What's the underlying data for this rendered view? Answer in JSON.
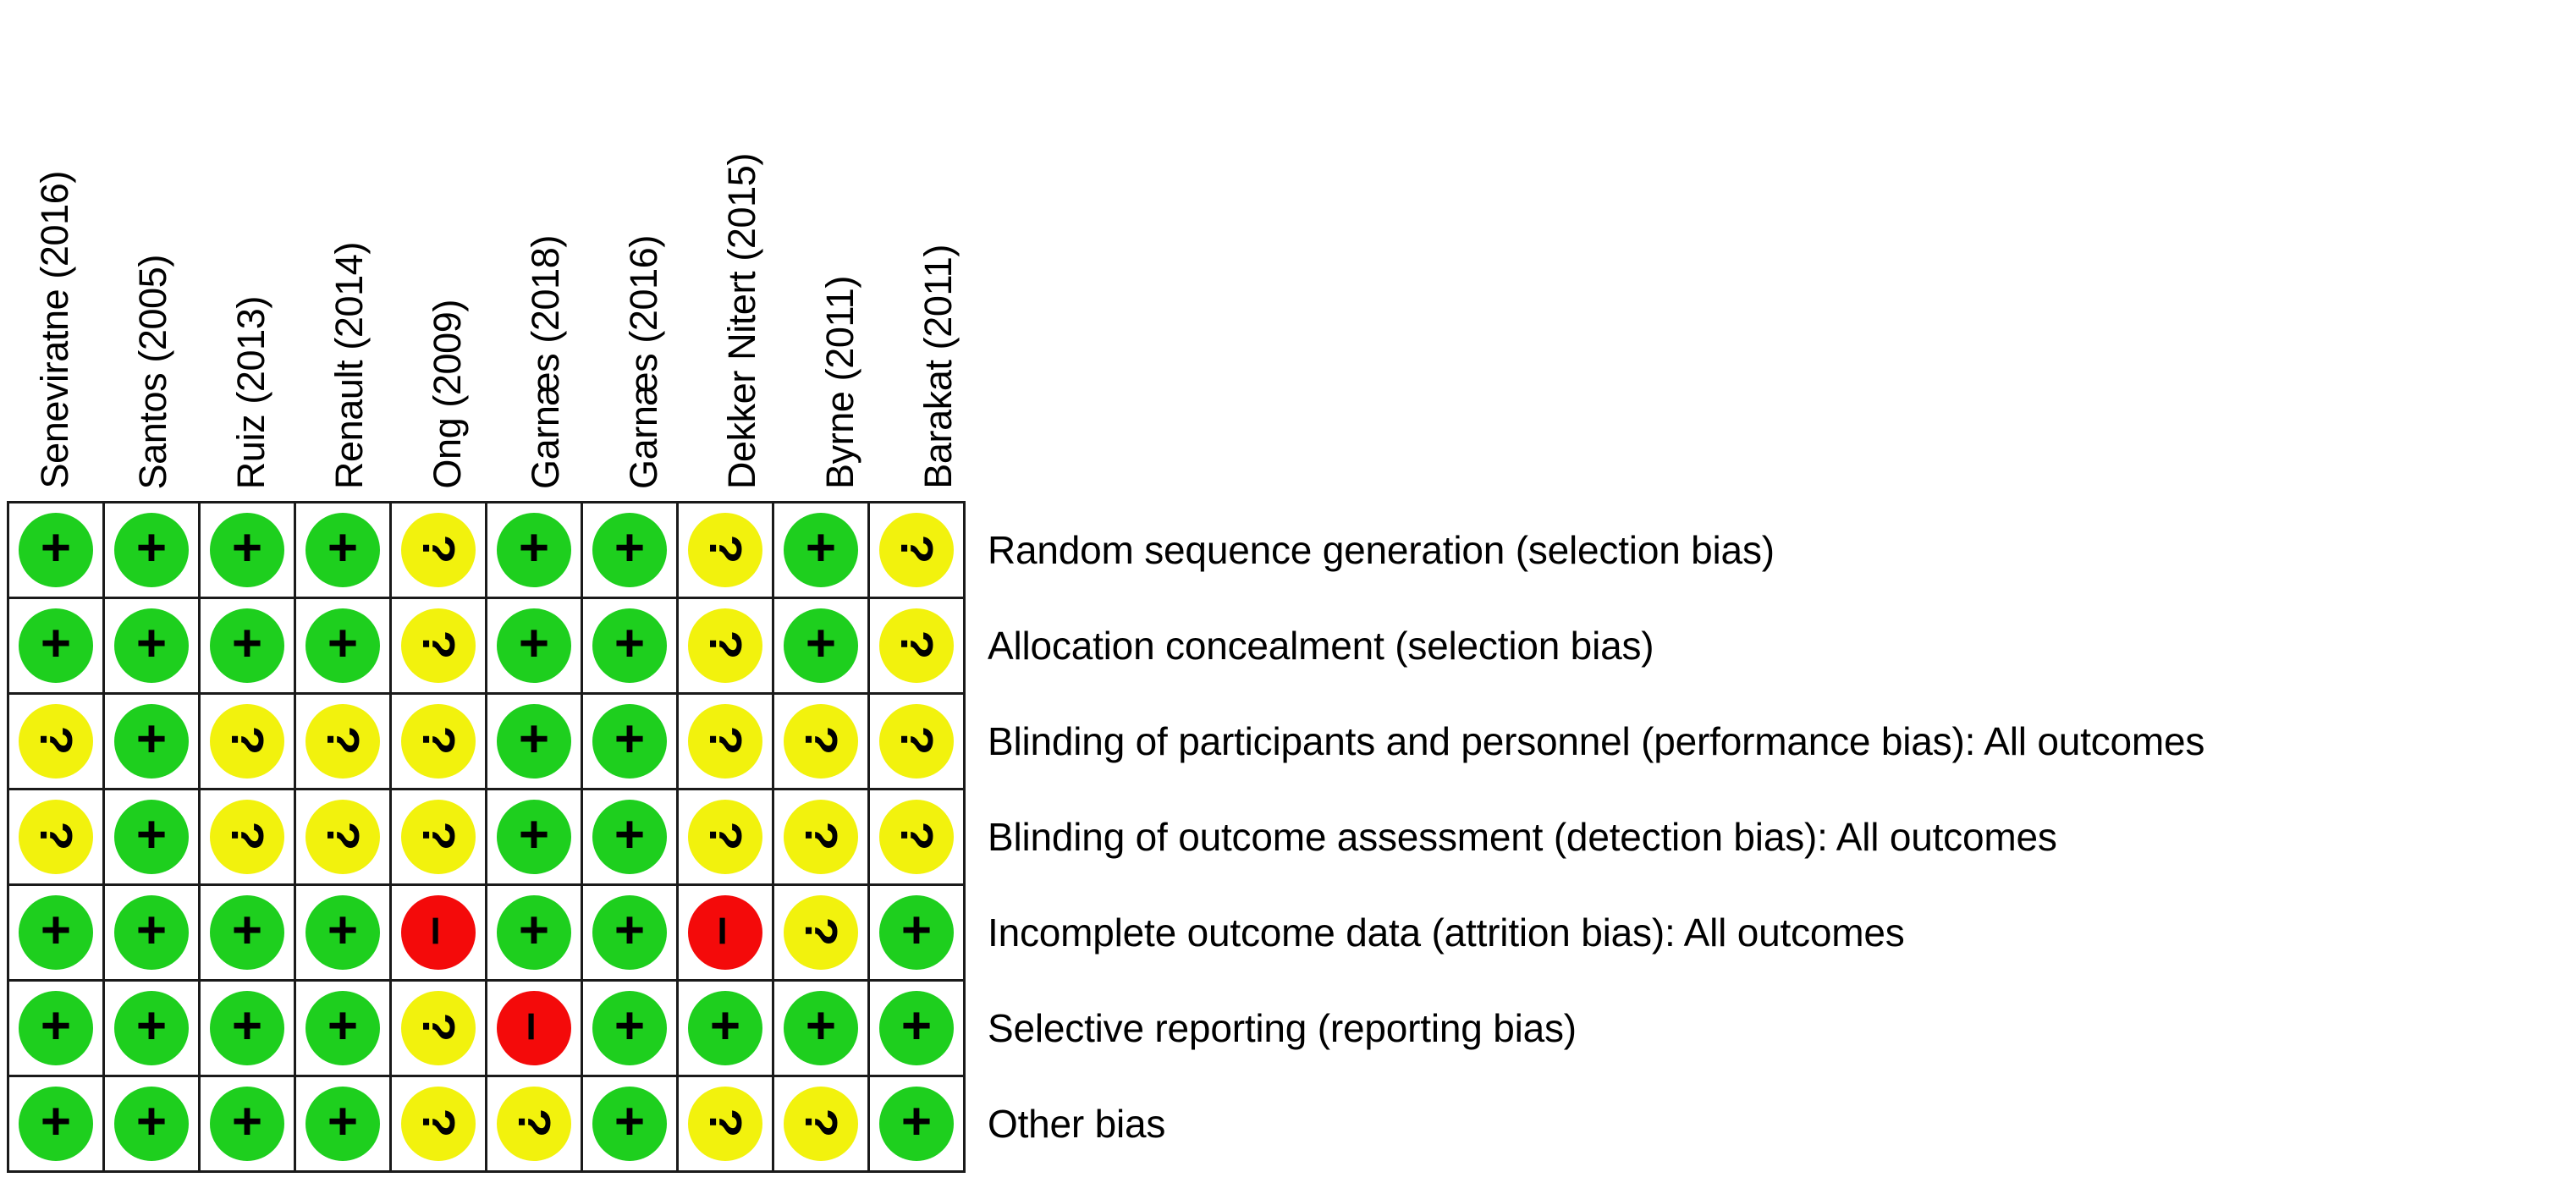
{
  "figure": {
    "type": "risk-of-bias-summary",
    "title": "",
    "columns_axis_label": "",
    "rows_axis_label": ""
  },
  "legend_symbols": {
    "low": "+",
    "unclear": "?",
    "high": "–"
  },
  "colors": {
    "low": "#1ecf1e",
    "unclear": "#f2f20d",
    "high": "#f40a0a",
    "grid_line": "#1a1a1a",
    "text": "#000000",
    "background": "#ffffff"
  },
  "chart_data": {
    "type": "heatmap",
    "title": "",
    "xlabel": "",
    "ylabel": "",
    "legend_position": "none",
    "grid": true,
    "categories": [
      "Seneviratne (2016)",
      "Santos (2005)",
      "Ruiz (2013)",
      "Renault (2014)",
      "Ong (2009)",
      "Garnæs (2018)",
      "Garnæs (2016)",
      "Dekker Nitert (2015)",
      "Byrne (2011)",
      "Barakat (2011)"
    ],
    "rows": [
      "Random sequence generation (selection bias)",
      "Allocation concealment (selection bias)",
      "Blinding of participants and personnel (performance bias): All outcomes",
      "Blinding of outcome assessment (detection bias): All outcomes",
      "Incomplete outcome data (attrition bias): All outcomes",
      "Selective reporting (reporting bias)",
      "Other bias"
    ],
    "value_scale": {
      "low": "Low risk of bias",
      "unclear": "Unclear risk of bias",
      "high": "High risk of bias"
    },
    "series": [
      {
        "name": "Random sequence generation (selection bias)",
        "values": [
          "low",
          "low",
          "low",
          "low",
          "unclear",
          "low",
          "low",
          "unclear",
          "low",
          "unclear"
        ]
      },
      {
        "name": "Allocation concealment (selection bias)",
        "values": [
          "low",
          "low",
          "low",
          "low",
          "unclear",
          "low",
          "low",
          "unclear",
          "low",
          "unclear"
        ]
      },
      {
        "name": "Blinding of participants and personnel (performance bias): All outcomes",
        "values": [
          "unclear",
          "low",
          "unclear",
          "unclear",
          "unclear",
          "low",
          "low",
          "unclear",
          "unclear",
          "unclear"
        ]
      },
      {
        "name": "Blinding of outcome assessment (detection bias): All outcomes",
        "values": [
          "unclear",
          "low",
          "unclear",
          "unclear",
          "unclear",
          "low",
          "low",
          "unclear",
          "unclear",
          "unclear"
        ]
      },
      {
        "name": "Incomplete outcome data (attrition bias): All outcomes",
        "values": [
          "low",
          "low",
          "low",
          "low",
          "high",
          "low",
          "low",
          "high",
          "unclear",
          "low"
        ]
      },
      {
        "name": "Selective reporting (reporting bias)",
        "values": [
          "low",
          "low",
          "low",
          "low",
          "unclear",
          "high",
          "low",
          "low",
          "low",
          "low"
        ]
      },
      {
        "name": "Other bias",
        "values": [
          "low",
          "low",
          "low",
          "low",
          "unclear",
          "unclear",
          "low",
          "unclear",
          "unclear",
          "low"
        ]
      }
    ]
  }
}
